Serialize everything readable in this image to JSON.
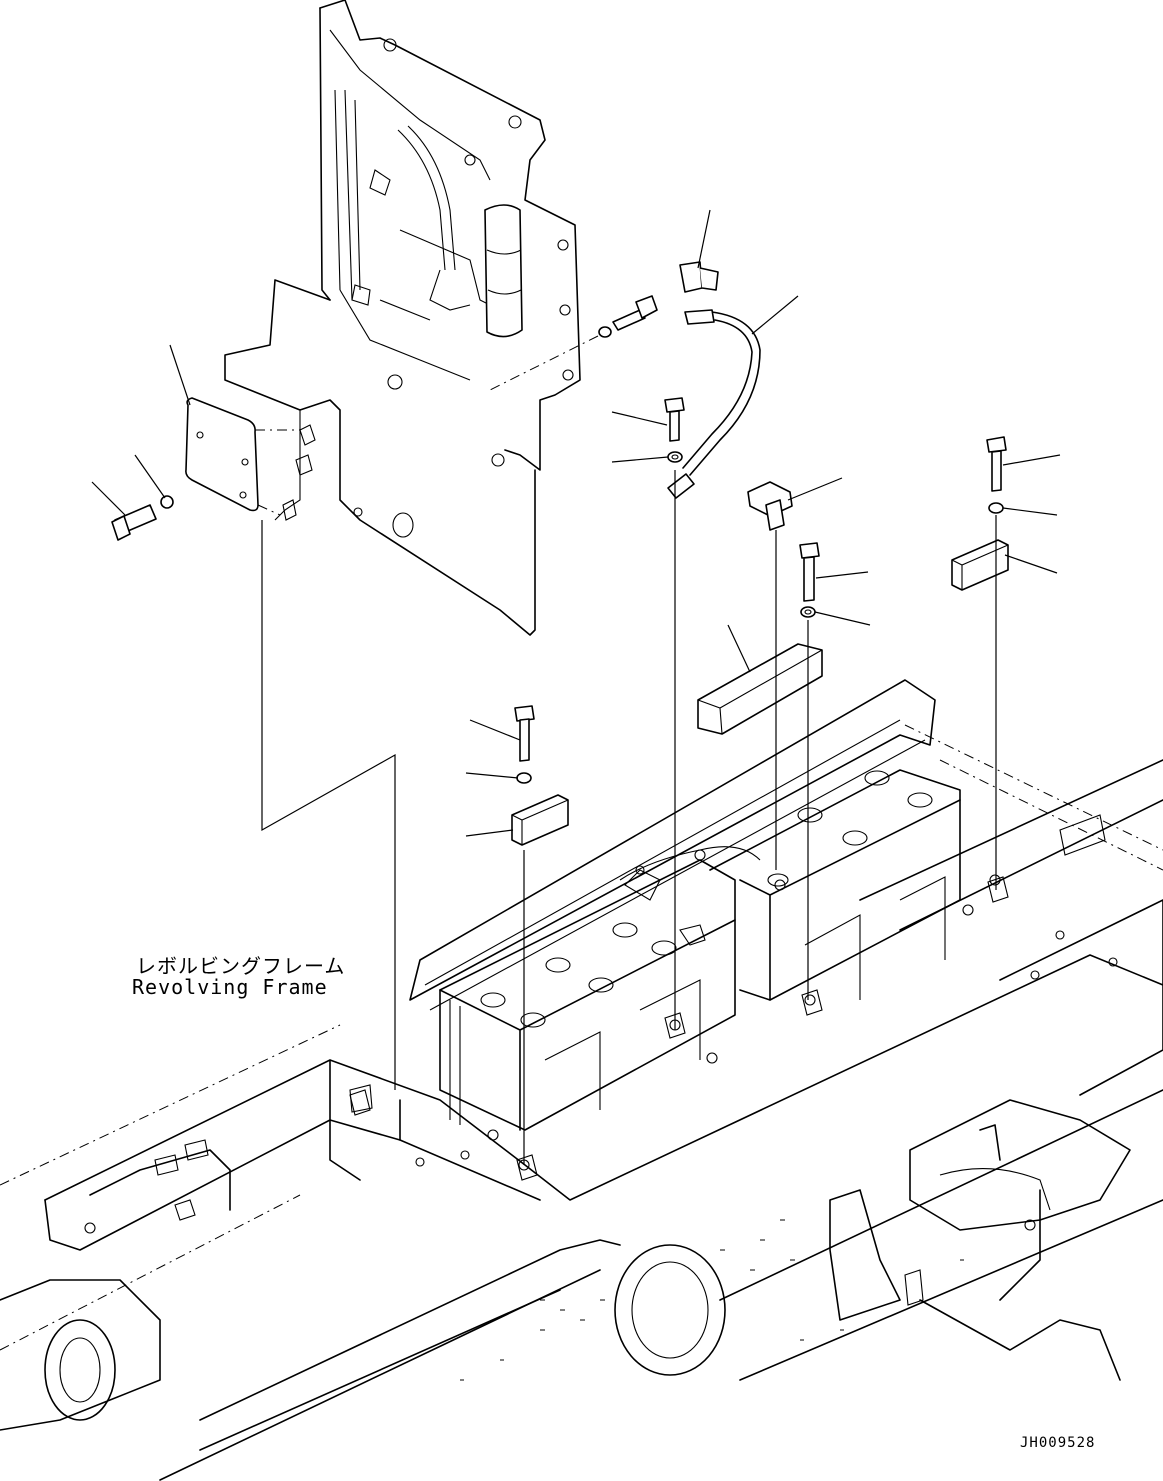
{
  "labels": {
    "frame_japanese": "レボルビングフレーム",
    "frame_english": "Revolving Frame",
    "drawing_number": "JH009528"
  },
  "colors": {
    "line": "#000000",
    "background": "#ffffff"
  }
}
